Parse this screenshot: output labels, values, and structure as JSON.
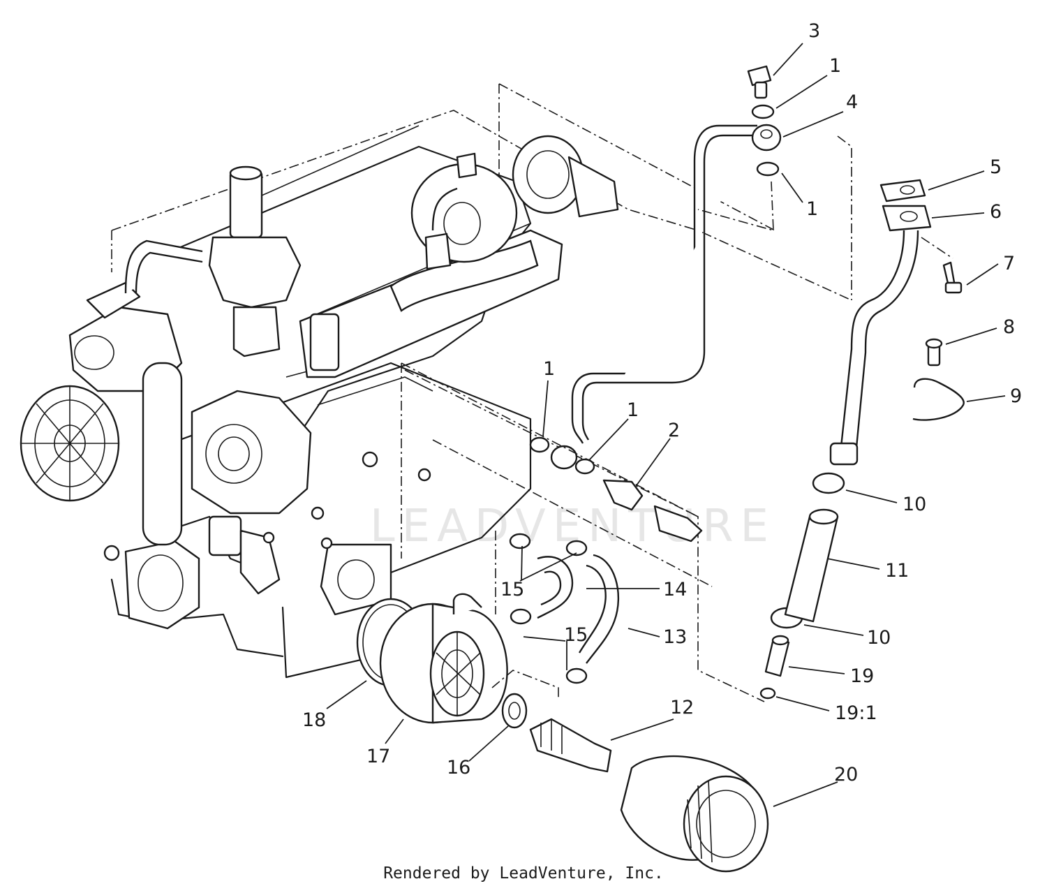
{
  "watermark": "LEADVENTURE",
  "footer": "Rendered by LeadVenture, Inc.",
  "callouts": [
    {
      "id": "c3",
      "label": "3"
    },
    {
      "id": "c1a",
      "label": "1"
    },
    {
      "id": "c4",
      "label": "4"
    },
    {
      "id": "c1b",
      "label": "1"
    },
    {
      "id": "c5",
      "label": "5"
    },
    {
      "id": "c6",
      "label": "6"
    },
    {
      "id": "c7",
      "label": "7"
    },
    {
      "id": "c8",
      "label": "8"
    },
    {
      "id": "c9",
      "label": "9"
    },
    {
      "id": "c1c",
      "label": "1"
    },
    {
      "id": "c1d",
      "label": "1"
    },
    {
      "id": "c2",
      "label": "2"
    },
    {
      "id": "c10a",
      "label": "10"
    },
    {
      "id": "c11",
      "label": "11"
    },
    {
      "id": "c15a",
      "label": "15"
    },
    {
      "id": "c14",
      "label": "14"
    },
    {
      "id": "c13",
      "label": "13"
    },
    {
      "id": "c15b",
      "label": "15"
    },
    {
      "id": "c10b",
      "label": "10"
    },
    {
      "id": "c19",
      "label": "19"
    },
    {
      "id": "c191",
      "label": "19:1"
    },
    {
      "id": "c18",
      "label": "18"
    },
    {
      "id": "c17",
      "label": "17"
    },
    {
      "id": "c16",
      "label": "16"
    },
    {
      "id": "c12",
      "label": "12"
    },
    {
      "id": "c20",
      "label": "20"
    }
  ]
}
